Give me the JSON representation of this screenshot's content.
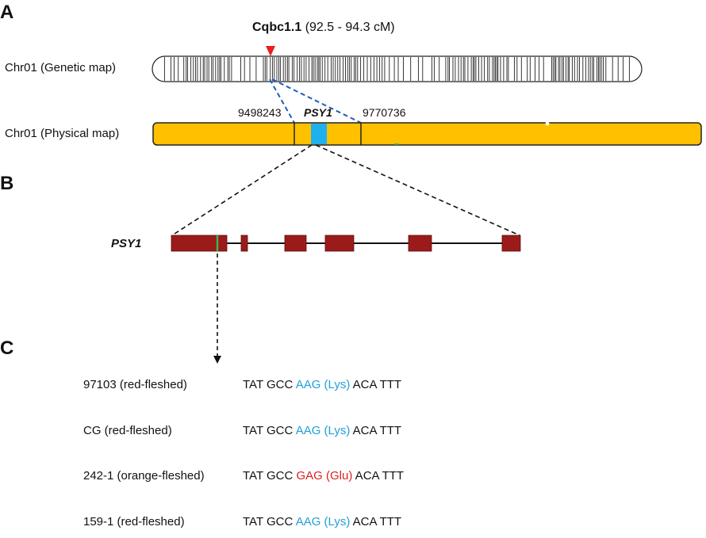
{
  "panels": {
    "a": "A",
    "b": "B",
    "c": "C"
  },
  "qtl": {
    "name": "Cqbc1.1",
    "range": "(92.5 - 94.3 cM)"
  },
  "maps": {
    "genetic_label": "Chr01 (Genetic map)",
    "physical_label": "Chr01 (Physical map)",
    "left_position": "9498243",
    "right_position": "9770736",
    "gene_label": "PSY1"
  },
  "gene_model": {
    "label": "PSY1",
    "exon_count": 6
  },
  "accessions": [
    {
      "name": "97103 (red-fleshed)",
      "pre": "TAT GCC ",
      "codon": "AAG (Lys)",
      "post": " ACA TTT",
      "variant": "ref"
    },
    {
      "name": "CG (red-fleshed)",
      "pre": "TAT GCC ",
      "codon": "AAG (Lys)",
      "post": " ACA TTT",
      "variant": "ref"
    },
    {
      "name": "242-1 (orange-fleshed)",
      "pre": "TAT GCC ",
      "codon": "GAG (Glu)",
      "post": " ACA TTT",
      "variant": "alt"
    },
    {
      "name": "159-1 (red-fleshed)",
      "pre": "TAT GCC ",
      "codon": "AAG (Lys)",
      "post": " ACA TTT",
      "variant": "ref"
    }
  ],
  "colors": {
    "chromosome_physical": "#FFC000",
    "region_highlight": "#1fb0ee",
    "exon": "#9b1b1b",
    "marker_arrow": "#ee1c1c",
    "zoom_lines": "#1f5fb8",
    "snp_mark": "#3cb44b",
    "ref_codon": "#1fa0d8",
    "alt_codon": "#d92020"
  }
}
